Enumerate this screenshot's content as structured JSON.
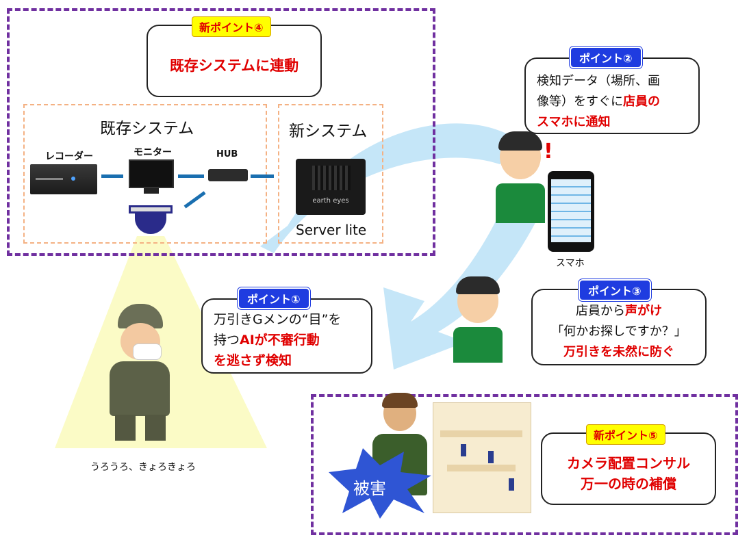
{
  "top_left_box": {
    "tag": "新ポイント④",
    "callout": "既存システムに連動",
    "existing": {
      "title": "既存システム",
      "recorder": "レコーダー",
      "monitor": "モニター",
      "hub": "HUB"
    },
    "new_system": {
      "title": "新システム",
      "device_brand": "earth eyes",
      "device_label": "Server lite"
    }
  },
  "point2": {
    "tag": "ポイント②",
    "line1": "検知データ（場所、画",
    "line2_plain": "像等）をすぐに",
    "line2_red": "店員の",
    "line3_red": "スマホに通知"
  },
  "smartphone_label": "スマホ",
  "point3": {
    "tag": "ポイント③",
    "line1_plain": "店員から",
    "line1_red": "声がけ",
    "line2": "「何かお探しですか？」",
    "line3_red": "万引きを未然に防ぐ"
  },
  "point1": {
    "tag": "ポイント①",
    "line1": "万引きGメンの“目”を",
    "line2_plain": "持つ",
    "line2_red": "AIが不審行動",
    "line3_red": "を逃さず検知"
  },
  "suspect_caption": "うろうろ、きょろきょろ",
  "bottom_right_box": {
    "tag": "新ポイント⑤",
    "line1": "カメラ配置コンサル",
    "line2": "万一の時の補償",
    "damage_label": "被害"
  },
  "colors": {
    "dashed_border": "#7030a0",
    "blue_tag": "#1f3ce0",
    "highlight_red": "#e00000",
    "arrow": "#bfe3f7"
  }
}
